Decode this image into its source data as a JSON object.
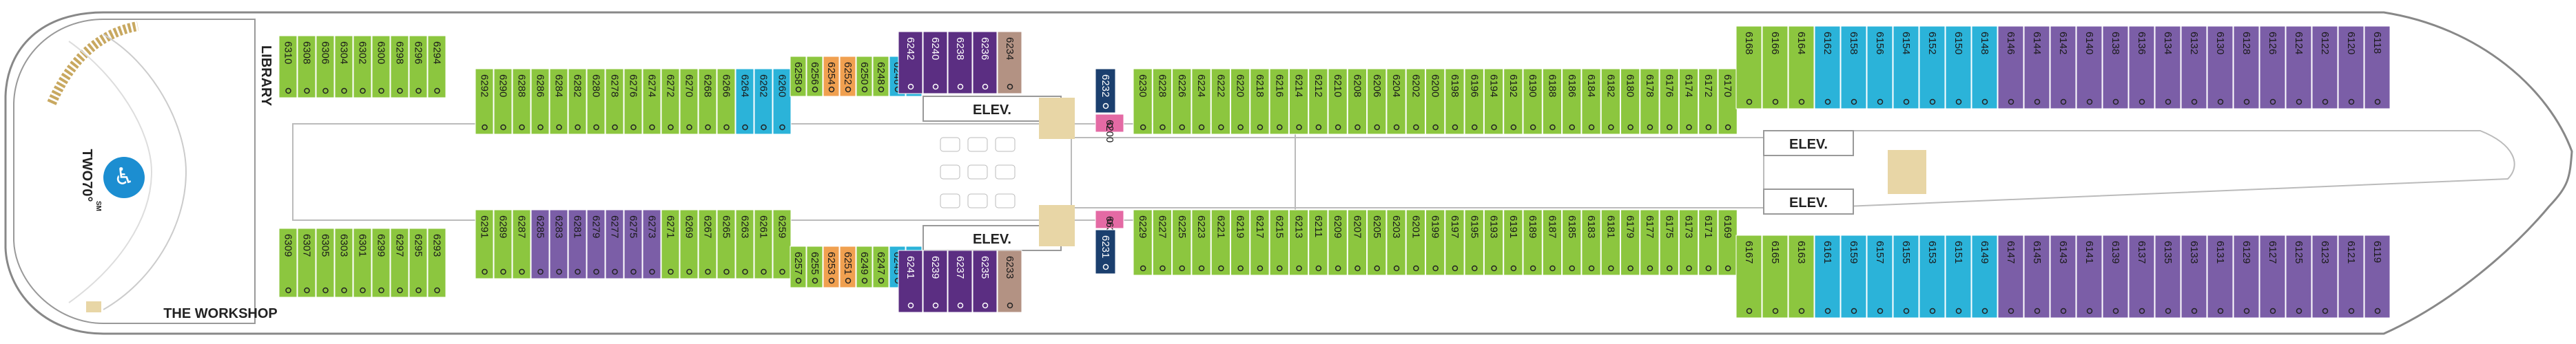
{
  "venues": {
    "library": "LIBRARY",
    "two70": "TWO70°",
    "two70_sub": "SM",
    "workshop": "THE WORKSHOP"
  },
  "elevators": [
    "ELEV.",
    "ELEV.",
    "ELEV.",
    "ELEV."
  ],
  "colors": {
    "interior": "#8cc63f",
    "oceanview": "#2bb3d9",
    "balcony": "#7b5ea7",
    "suite": "#5b2e82",
    "junior": "#b39283",
    "orange": "#f0a050",
    "pink": "#e46aa4",
    "navy": "#1b3f6e"
  },
  "cabins": {
    "aft_top": [
      "6310",
      "6308",
      "6306",
      "6304",
      "6302",
      "6300",
      "6298",
      "6296",
      "6294"
    ],
    "aft_bottom": [
      "6309",
      "6307",
      "6305",
      "6303",
      "6301",
      "6299",
      "6297",
      "6295",
      "6293"
    ],
    "mid_aft_top": [
      {
        "n": "6292",
        "c": "interior"
      },
      {
        "n": "6290",
        "c": "interior"
      },
      {
        "n": "6288",
        "c": "interior"
      },
      {
        "n": "6286",
        "c": "interior"
      },
      {
        "n": "6284",
        "c": "interior"
      },
      {
        "n": "6282",
        "c": "interior"
      },
      {
        "n": "6280",
        "c": "interior"
      },
      {
        "n": "6278",
        "c": "interior"
      },
      {
        "n": "6276",
        "c": "interior"
      },
      {
        "n": "6274",
        "c": "interior"
      },
      {
        "n": "6272",
        "c": "interior"
      },
      {
        "n": "6270",
        "c": "interior"
      },
      {
        "n": "6268",
        "c": "interior"
      },
      {
        "n": "6266",
        "c": "interior"
      },
      {
        "n": "6264",
        "c": "oceanview"
      },
      {
        "n": "6262",
        "c": "oceanview"
      },
      {
        "n": "6260",
        "c": "oceanview"
      }
    ],
    "mid_aft_bottom": [
      {
        "n": "6291",
        "c": "interior"
      },
      {
        "n": "6289",
        "c": "interior"
      },
      {
        "n": "6287",
        "c": "interior"
      },
      {
        "n": "6285",
        "c": "balcony"
      },
      {
        "n": "6283",
        "c": "balcony"
      },
      {
        "n": "6281",
        "c": "balcony"
      },
      {
        "n": "6279",
        "c": "balcony"
      },
      {
        "n": "6277",
        "c": "balcony"
      },
      {
        "n": "6275",
        "c": "balcony"
      },
      {
        "n": "6273",
        "c": "balcony"
      },
      {
        "n": "6271",
        "c": "interior"
      },
      {
        "n": "6269",
        "c": "interior"
      },
      {
        "n": "6267",
        "c": "interior"
      },
      {
        "n": "6265",
        "c": "interior"
      },
      {
        "n": "6263",
        "c": "interior"
      },
      {
        "n": "6261",
        "c": "interior"
      },
      {
        "n": "6259",
        "c": "interior"
      }
    ],
    "stair_top": [
      {
        "n": "6258",
        "c": "interior"
      },
      {
        "n": "6256",
        "c": "interior"
      },
      {
        "n": "6254",
        "c": "orange"
      },
      {
        "n": "6252",
        "c": "orange"
      },
      {
        "n": "6250",
        "c": "interior"
      },
      {
        "n": "6248",
        "c": "interior"
      },
      {
        "n": "6246",
        "c": "oceanview"
      },
      {
        "n": "6244",
        "c": "oceanview"
      }
    ],
    "stair_bottom": [
      {
        "n": "6257",
        "c": "interior"
      },
      {
        "n": "6255",
        "c": "interior"
      },
      {
        "n": "6253",
        "c": "orange"
      },
      {
        "n": "6251",
        "c": "orange"
      },
      {
        "n": "6249",
        "c": "interior"
      },
      {
        "n": "6247",
        "c": "interior"
      },
      {
        "n": "6245",
        "c": "oceanview"
      },
      {
        "n": "6243",
        "c": "oceanview"
      }
    ],
    "suite_top": [
      {
        "n": "6242",
        "c": "suite"
      },
      {
        "n": "6240",
        "c": "suite"
      },
      {
        "n": "6238",
        "c": "suite"
      },
      {
        "n": "6236",
        "c": "suite"
      },
      {
        "n": "6234",
        "c": "junior"
      }
    ],
    "suite_bottom": [
      {
        "n": "6241",
        "c": "suite"
      },
      {
        "n": "6239",
        "c": "suite"
      },
      {
        "n": "6237",
        "c": "suite"
      },
      {
        "n": "6235",
        "c": "suite"
      },
      {
        "n": "6233",
        "c": "junior"
      }
    ],
    "fwd_special_top": [
      {
        "n": "6232",
        "c": "navy"
      },
      {
        "n": "6200",
        "c": "pink"
      }
    ],
    "fwd_special_bottom": [
      {
        "n": "6630",
        "c": "pink"
      },
      {
        "n": "6231",
        "c": "navy"
      }
    ],
    "fwd_top": [
      "6230",
      "6228",
      "6226",
      "6224",
      "6222",
      "6220",
      "6218",
      "6216",
      "6214",
      "6212",
      "6210",
      "6208",
      "6206",
      "6204",
      "6202",
      "6200",
      "6198",
      "6196",
      "6194",
      "6192",
      "6190",
      "6188",
      "6186",
      "6184",
      "6182",
      "6180",
      "6178",
      "6176",
      "6174",
      "6172",
      "6170"
    ],
    "fwd_bottom": [
      "6229",
      "6227",
      "6225",
      "6223",
      "6221",
      "6219",
      "6217",
      "6215",
      "6213",
      "6211",
      "6209",
      "6207",
      "6205",
      "6203",
      "6201",
      "6199",
      "6197",
      "6195",
      "6193",
      "6191",
      "6189",
      "6187",
      "6185",
      "6183",
      "6181",
      "6179",
      "6177",
      "6175",
      "6173",
      "6171",
      "6169"
    ],
    "bow_top": [
      {
        "n": "6168",
        "c": "interior"
      },
      {
        "n": "6166",
        "c": "interior"
      },
      {
        "n": "6164",
        "c": "interior"
      },
      {
        "n": "6162",
        "c": "oceanview"
      },
      {
        "n": "6158",
        "c": "oceanview"
      },
      {
        "n": "6156",
        "c": "oceanview"
      },
      {
        "n": "6154",
        "c": "oceanview"
      },
      {
        "n": "6152",
        "c": "oceanview"
      },
      {
        "n": "6150",
        "c": "oceanview"
      },
      {
        "n": "6148",
        "c": "oceanview"
      },
      {
        "n": "6146",
        "c": "balcony"
      },
      {
        "n": "6144",
        "c": "balcony"
      },
      {
        "n": "6142",
        "c": "balcony"
      },
      {
        "n": "6140",
        "c": "balcony"
      },
      {
        "n": "6138",
        "c": "balcony"
      },
      {
        "n": "6136",
        "c": "balcony"
      },
      {
        "n": "6134",
        "c": "balcony"
      },
      {
        "n": "6132",
        "c": "balcony"
      },
      {
        "n": "6130",
        "c": "balcony"
      },
      {
        "n": "6128",
        "c": "balcony"
      },
      {
        "n": "6126",
        "c": "balcony"
      },
      {
        "n": "6124",
        "c": "balcony"
      },
      {
        "n": "6122",
        "c": "balcony"
      },
      {
        "n": "6120",
        "c": "balcony"
      },
      {
        "n": "6118",
        "c": "balcony"
      }
    ],
    "bow_bottom": [
      {
        "n": "6167",
        "c": "interior"
      },
      {
        "n": "6165",
        "c": "interior"
      },
      {
        "n": "6163",
        "c": "interior"
      },
      {
        "n": "6161",
        "c": "oceanview"
      },
      {
        "n": "6159",
        "c": "oceanview"
      },
      {
        "n": "6157",
        "c": "oceanview"
      },
      {
        "n": "6155",
        "c": "oceanview"
      },
      {
        "n": "6153",
        "c": "oceanview"
      },
      {
        "n": "6151",
        "c": "oceanview"
      },
      {
        "n": "6149",
        "c": "oceanview"
      },
      {
        "n": "6147",
        "c": "balcony"
      },
      {
        "n": "6145",
        "c": "balcony"
      },
      {
        "n": "6143",
        "c": "balcony"
      },
      {
        "n": "6141",
        "c": "balcony"
      },
      {
        "n": "6139",
        "c": "balcony"
      },
      {
        "n": "6137",
        "c": "balcony"
      },
      {
        "n": "6135",
        "c": "balcony"
      },
      {
        "n": "6133",
        "c": "balcony"
      },
      {
        "n": "6131",
        "c": "balcony"
      },
      {
        "n": "6129",
        "c": "balcony"
      },
      {
        "n": "6127",
        "c": "balcony"
      },
      {
        "n": "6125",
        "c": "balcony"
      },
      {
        "n": "6123",
        "c": "balcony"
      },
      {
        "n": "6121",
        "c": "balcony"
      },
      {
        "n": "6119",
        "c": "balcony"
      }
    ]
  }
}
